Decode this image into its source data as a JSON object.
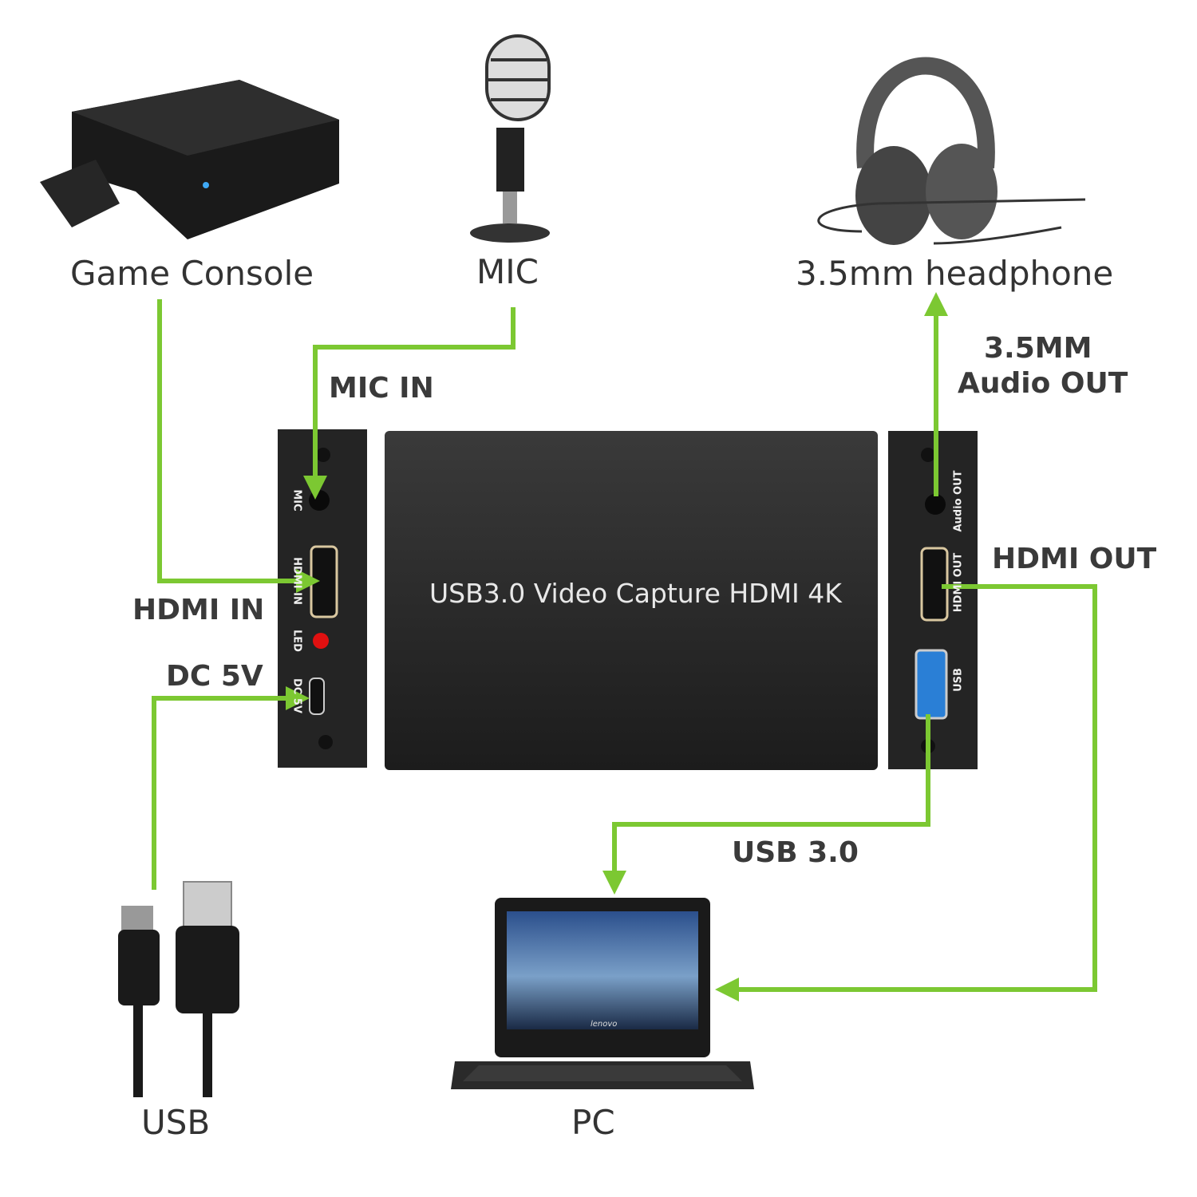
{
  "devices": {
    "game_console": "Game Console",
    "mic": "MIC",
    "headphone": "3.5mm headphone",
    "usb_cable": "USB",
    "pc": "PC"
  },
  "ports": {
    "mic_in": "MIC IN",
    "hdmi_in": "HDMI IN",
    "dc_5v": "DC 5V",
    "audio_out_line1": "3.5MM",
    "audio_out_line2": "Audio OUT",
    "hdmi_out": "HDMI OUT",
    "usb_30": "USB 3.0"
  },
  "capture_card": {
    "title": "USB3.0 Video Capture HDMI 4K",
    "left_panel": [
      "MIC",
      "HDMI IN",
      "LED",
      "DC 5V"
    ],
    "right_panel": [
      "Audio OUT",
      "HDMI OUT",
      "USB"
    ]
  },
  "laptop_brand": "lenovo",
  "colors": {
    "arrow": "#7cc832",
    "device": "#2a2a2a",
    "led": "#e01010",
    "usb_port": "#2a7fd6"
  }
}
